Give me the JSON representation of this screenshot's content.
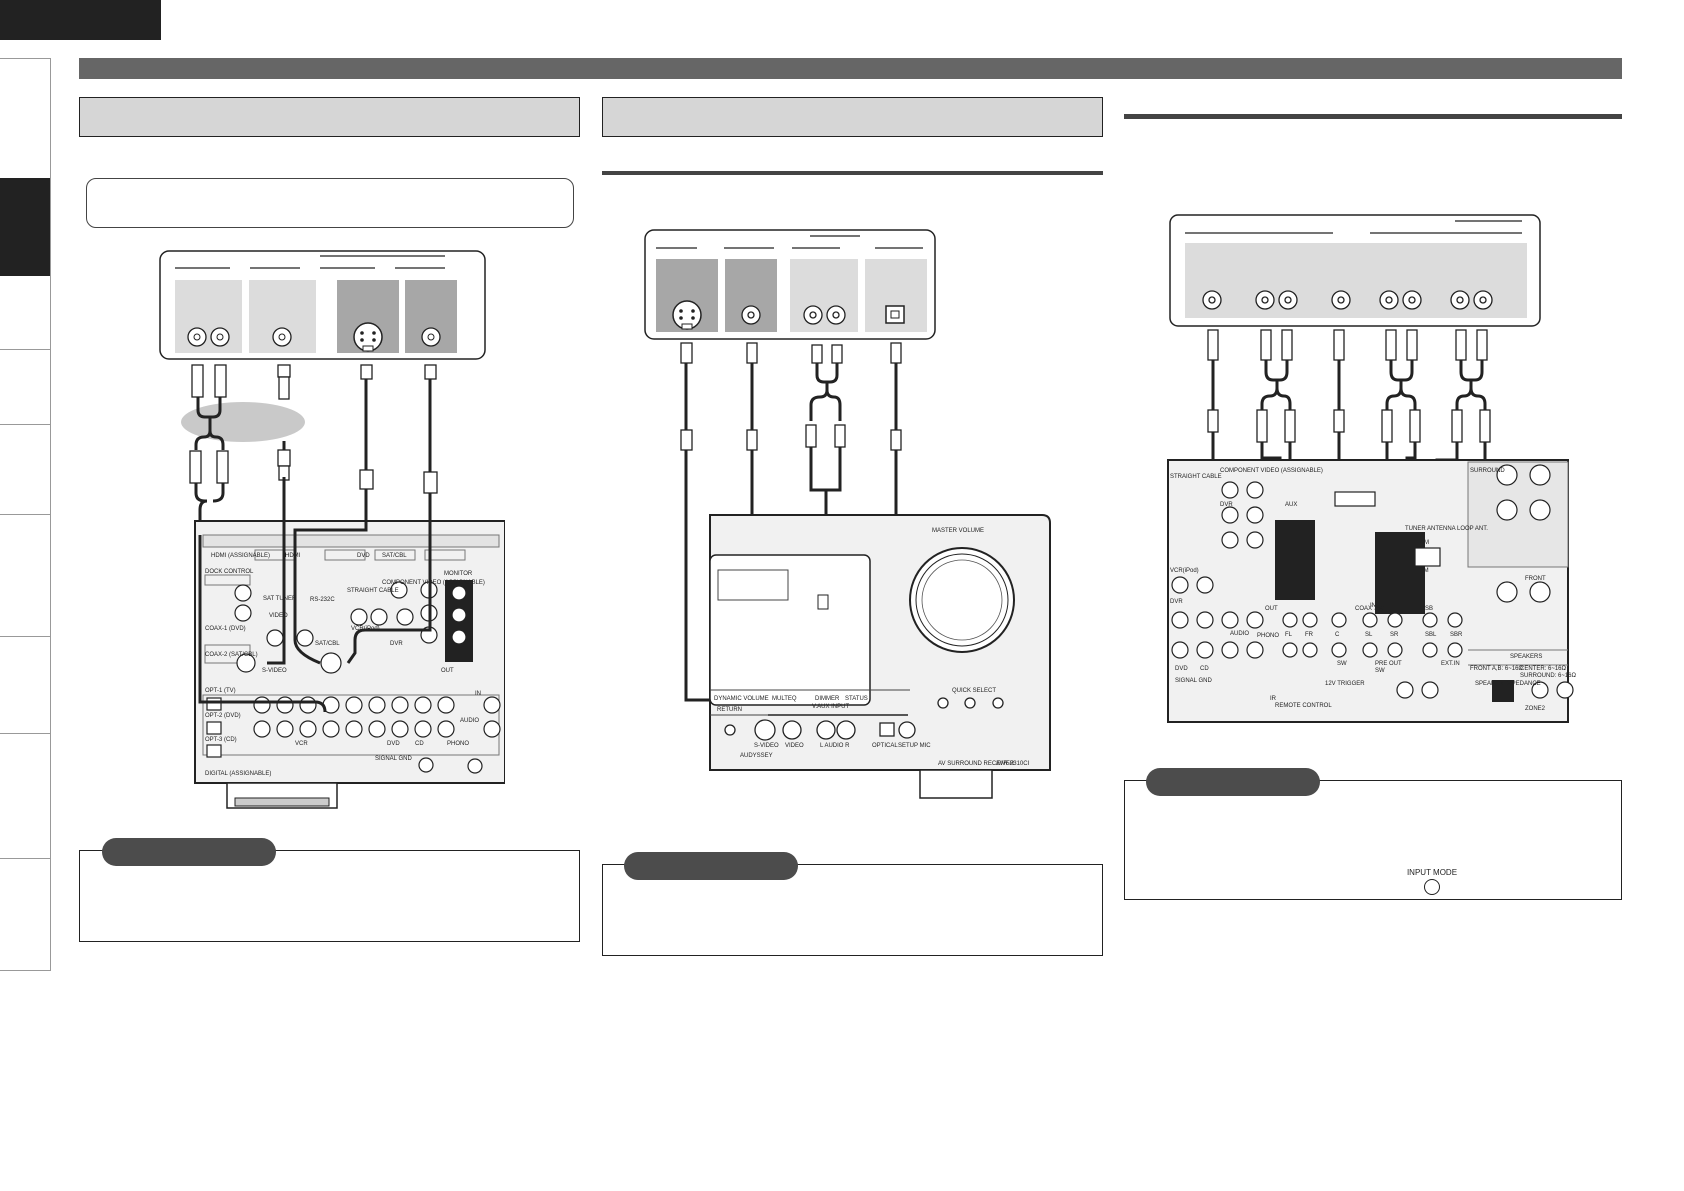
{
  "colors": {
    "tab_dark": "#222222",
    "header_bar": "#666666",
    "section_fill": "#d6d6d6",
    "device_light": "#dcdcdc",
    "device_dark": "#a7a7a7",
    "panel_fill": "#ececec",
    "note_pill": "#4c4c4c",
    "line": "#222222"
  },
  "icons": [
    "rca-cable-icon",
    "s-video-cable-icon",
    "optical-cable-icon",
    "rca-jack-icon",
    "s-video-jack-icon",
    "optical-jack-icon",
    "knob-icon"
  ],
  "panel_a": {
    "labels": [
      "HDMI (ASSIGNABLE)",
      "DOCK CONTROL",
      "SAT TUNER",
      "RS-232C",
      "STRAIGHT CABLE",
      "COMPONENT VIDEO (ASSIGNABLE)",
      "MONITOR",
      "COAX-1 (DVD)",
      "COAX-2 (SAT/CBL)",
      "OPT-1 (TV)",
      "OPT-2 (DVD)",
      "OPT-3 (CD)",
      "DIGITAL (ASSIGNABLE)",
      "SAT/CBL",
      "VCR(iPod)",
      "DVR",
      "VCR",
      "DVD",
      "CD",
      "PHONO",
      "AUDIO",
      "SIGNAL GND",
      "HDMI",
      "DVD",
      "SAT/CBL",
      "VIDEO",
      "S-VIDEO",
      "OUT",
      "IN"
    ]
  },
  "panel_b": {
    "labels": [
      "MASTER VOLUME",
      "QUICK SELECT",
      "S-VIDEO",
      "VIDEO",
      "L AUDIO R",
      "OPTICAL",
      "SETUP MIC",
      "V.AUX INPUT",
      "AV SURROUND RECEIVER",
      "AVR-2310CI",
      "AUDYSSEY",
      "RETURN",
      "DYNAMIC VOLUME",
      "MULTEQ",
      "STATUS",
      "DIMMER"
    ]
  },
  "panel_c": {
    "labels": [
      "DVR",
      "AUX",
      "SURROUND",
      "FRONT",
      "TUNER ANTENNA LOOP ANT.",
      "AM",
      "FM",
      "COAX 75Ω",
      "SPEAKERS",
      "FRONT A,B: 6~16Ω",
      "CENTER: 6~16Ω",
      "SURROUND: 6~16Ω",
      "SPEAKER IMPEDANCE",
      "PRE OUT",
      "SW",
      "SB",
      "SBL",
      "SBR",
      "ZONE2",
      "IR",
      "REMOTE CONTROL",
      "DVD",
      "CD",
      "PHONO",
      "DVR",
      "FL",
      "FR",
      "C",
      "SL",
      "SR",
      "SW",
      "EXT.IN",
      "IN",
      "OUT",
      "12V TRIGGER",
      "SIGNAL GND",
      "STRAIGHT CABLE",
      "COMPONENT VIDEO (ASSIGNABLE)",
      "VCR(iPod)",
      "AUDIO"
    ]
  },
  "input_mode_label": "INPUT MODE"
}
